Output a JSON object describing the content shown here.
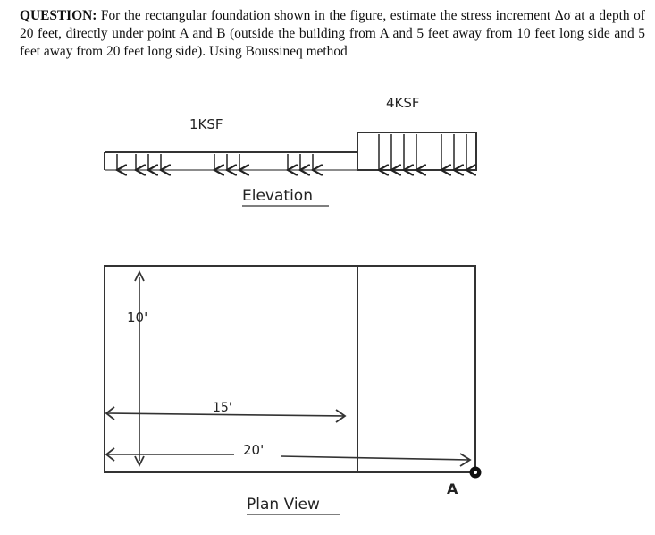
{
  "question": {
    "prefix": "QUESTION:",
    "text": "For the rectangular foundation shown in the figure, estimate the stress increment Δσ at a depth of 20 feet, directly under point A and B (outside the building from A and 5 feet away from 10 feet long side and 5 feet away from 20 feet long side). Using Boussineq method"
  },
  "figure": {
    "elevation": {
      "load_left": "1KSF",
      "load_right": "4KSF",
      "caption": "Elevation"
    },
    "plan": {
      "dim_10": "10'",
      "dim_15": "15'",
      "dim_20": "20'",
      "point_a": "A",
      "caption": "Plan View"
    }
  }
}
